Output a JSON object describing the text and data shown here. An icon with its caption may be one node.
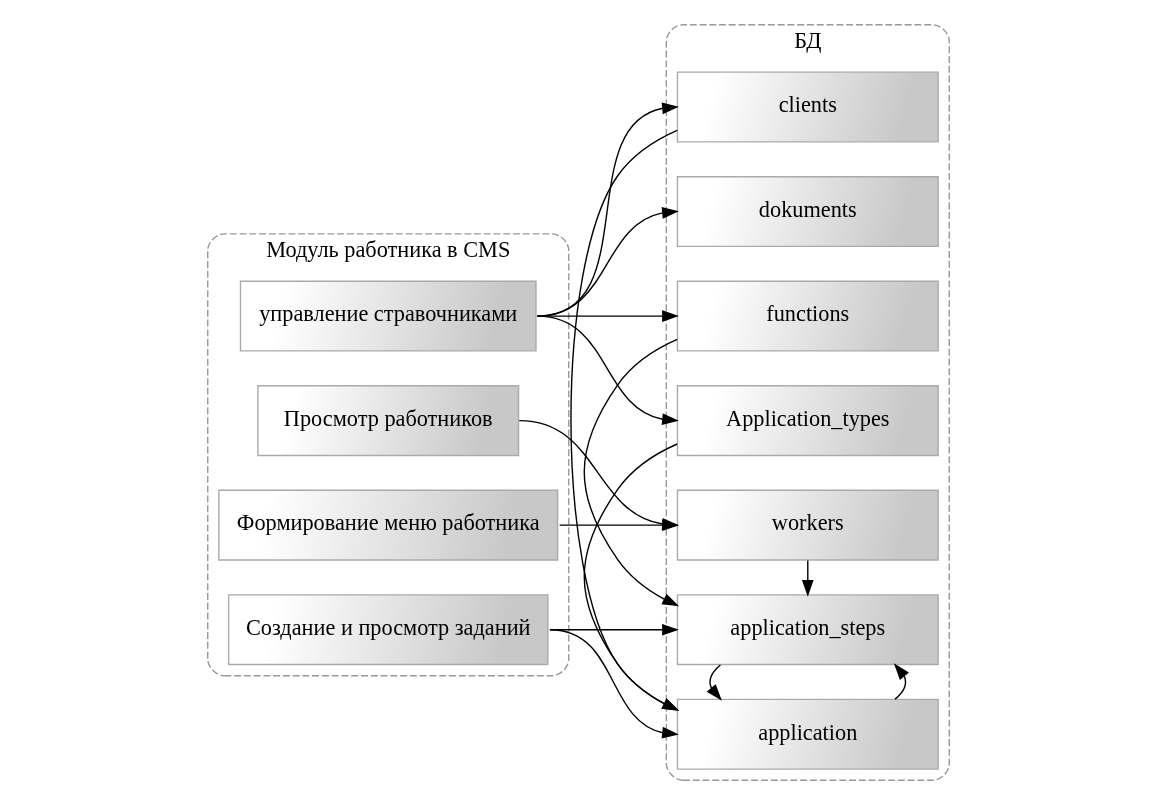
{
  "diagram": {
    "nodes": [
      {
        "text": [
          "Модуль работника в CMS"
        ]
      },
      {
        "text": [
          "управление стравочниками"
        ],
        "in": 0
      },
      {
        "text": [
          "Просмотр работников"
        ],
        "in": 0
      },
      {
        "text": [
          "Формирование меню работника"
        ],
        "in": 0
      },
      {
        "text": [
          "Создание и просмотр заданий"
        ],
        "in": 0
      },
      {
        "text": [
          "БД"
        ]
      },
      {
        "text": [
          "clients"
        ],
        "in": 5
      },
      {
        "text": [
          "dokuments"
        ],
        "in": 5
      },
      {
        "text": [
          "functions"
        ],
        "in": 5
      },
      {
        "text": [
          "Application_types"
        ],
        "in": 5
      },
      {
        "text": [
          "workers"
        ],
        "in": 5
      },
      {
        "text": [
          "application_steps"
        ],
        "in": 5
      },
      {
        "text": [
          "application"
        ],
        "in": 5
      }
    ],
    "edges": [
      {
        "from": 1,
        "to": 6,
        "arrow": "to"
      },
      {
        "from": 1,
        "to": 7,
        "arrow": "to"
      },
      {
        "from": 1,
        "to": 8,
        "arrow": "to"
      },
      {
        "from": 1,
        "to": 9,
        "arrow": "to"
      },
      {
        "from": 2,
        "to": 10,
        "arrow": "to"
      },
      {
        "from": 3,
        "to": 10,
        "arrow": "to"
      },
      {
        "from": 4,
        "to": 11,
        "arrow": "to"
      },
      {
        "from": 4,
        "to": 12,
        "arrow": "to"
      },
      {
        "from": 8,
        "to": 11,
        "arrow": "to"
      },
      {
        "from": 9,
        "to": 12,
        "arrow": "to"
      },
      {
        "from": 10,
        "to": 11,
        "arrow": "to"
      },
      {
        "from": 12,
        "to": 11,
        "arrow": "to"
      },
      {
        "from": 11,
        "to": 12,
        "arrow": "to"
      },
      {
        "from": 6,
        "to": 12,
        "arrow": "to"
      }
    ]
  }
}
